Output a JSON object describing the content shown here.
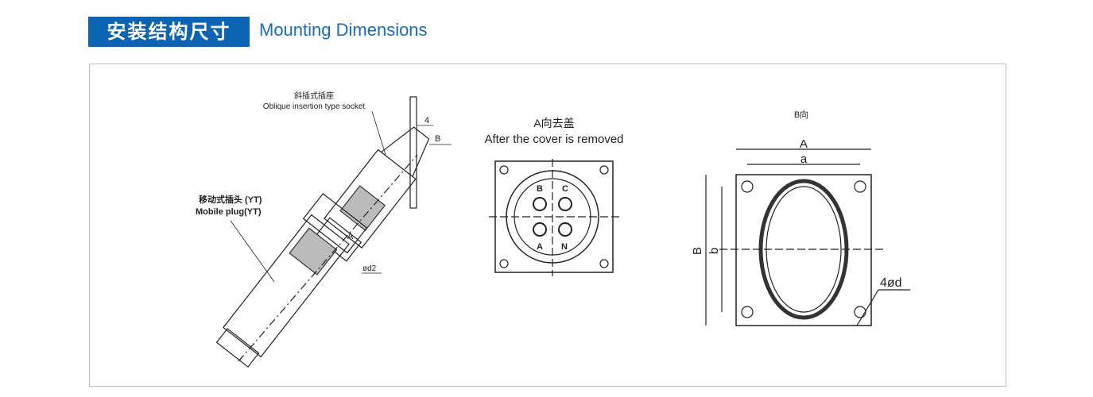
{
  "header": {
    "title_cn": "安装结构尺寸",
    "title_en": "Mounting Dimensions"
  },
  "side_view": {
    "socket_label_cn": "斜插式插座",
    "socket_label_en": "Oblique insertion type socket",
    "dim_4": "4",
    "dim_B": "B",
    "dim_A": "A",
    "dim_d2": "ød2",
    "plug_label_cn": "移动式插头 (YT)",
    "plug_label_en": "Mobile plug(YT)"
  },
  "front_view": {
    "title_cn": "A向去盖",
    "title_en": "After the cover is removed",
    "pins": [
      "B",
      "C",
      "A",
      "N"
    ]
  },
  "back_view": {
    "title": "B向",
    "dim_A": "A",
    "dim_a": "a",
    "dim_B": "B",
    "dim_b": "b",
    "dim_holes": "4ød"
  }
}
